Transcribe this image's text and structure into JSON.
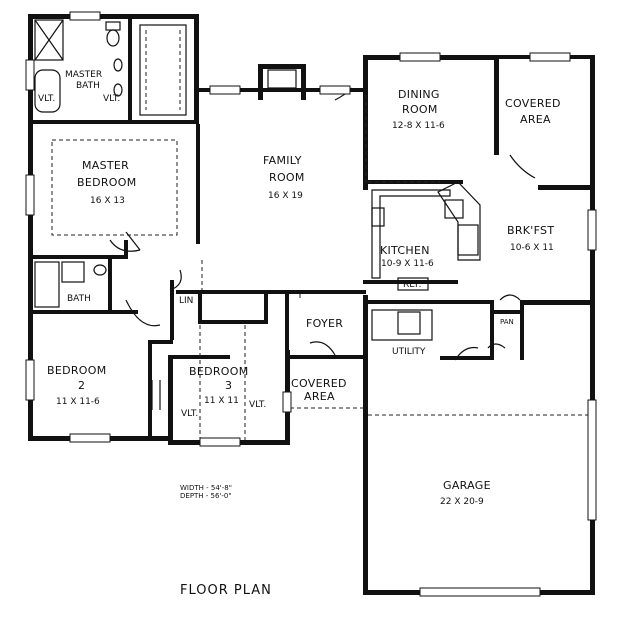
{
  "rooms": {
    "master_bath": {
      "name1": "MASTER",
      "name2": "BATH"
    },
    "vlt1": "VLT.",
    "vlt2": "VLT.",
    "master_bedroom": {
      "name1": "MASTER",
      "name2": "BEDROOM",
      "size": "16 X 13"
    },
    "family_room": {
      "name1": "FAMILY",
      "name2": "ROOM",
      "size": "16 X 19"
    },
    "dining_room": {
      "name1": "DINING",
      "name2": "ROOM",
      "size": "12-8 X 11-6"
    },
    "covered_area_top": {
      "name1": "COVERED",
      "name2": "AREA"
    },
    "kitchen": {
      "name": "KITCHEN",
      "size": "10-9 X 11-6"
    },
    "breakfast": {
      "name": "BRK'FST",
      "size": "10-6 X 11"
    },
    "ref": "REF.",
    "bath": "BATH",
    "lin": "LIN",
    "foyer": "FOYER",
    "utility": "UTILITY",
    "pan": "PAN",
    "bedroom2": {
      "name": "BEDROOM",
      "num": "2",
      "size": "11 X 11-6"
    },
    "bedroom3": {
      "name": "BEDROOM",
      "num": "3",
      "size": "11 X 11",
      "vlt_left": "VLT.",
      "vlt_right": "VLT."
    },
    "covered_area_front": {
      "name1": "COVERED",
      "name2": "AREA"
    },
    "garage": {
      "name": "GARAGE",
      "size": "22 X 20-9"
    }
  },
  "dimensions": {
    "width": "WIDTH - 54'-8\"",
    "depth": "DEPTH - 56'-0\""
  },
  "title": "FLOOR PLAN"
}
